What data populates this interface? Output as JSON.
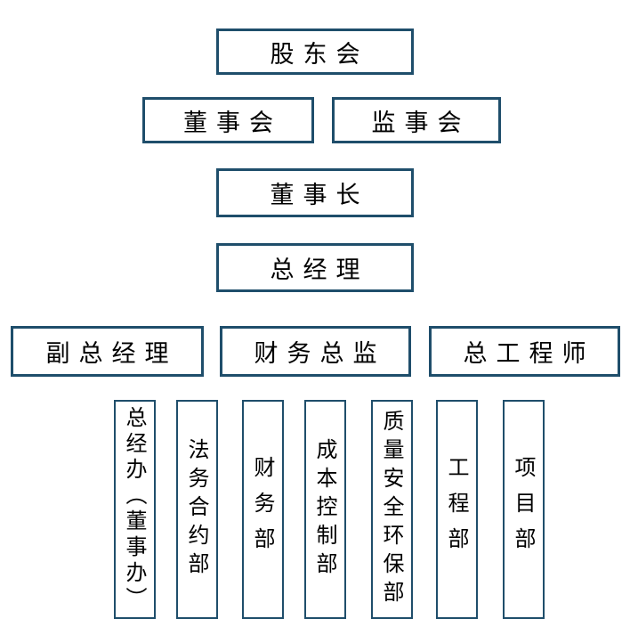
{
  "page": {
    "background": "#FFFFFF"
  },
  "org_chart": {
    "type": "org-chart",
    "style": {
      "border_color": "#1F4E6B",
      "text_color": "#000000",
      "box_fill": "#FFFFFF"
    },
    "levels": [
      {
        "level": 1,
        "nodes": [
          {
            "id": "shareholders-meeting",
            "label": "股东会"
          }
        ]
      },
      {
        "level": 2,
        "nodes": [
          {
            "id": "board-of-directors",
            "label": "董事会"
          },
          {
            "id": "supervisory-board",
            "label": "监事会"
          }
        ]
      },
      {
        "level": 3,
        "nodes": [
          {
            "id": "chairman",
            "label": "董事长"
          }
        ]
      },
      {
        "level": 4,
        "nodes": [
          {
            "id": "general-manager",
            "label": "总经理"
          }
        ]
      },
      {
        "level": 5,
        "nodes": [
          {
            "id": "deputy-general-manager",
            "label": "副总经理"
          },
          {
            "id": "finance-director",
            "label": "财务总监"
          },
          {
            "id": "chief-engineer",
            "label": "总工程师"
          }
        ]
      },
      {
        "level": 6,
        "orientation": "vertical-text",
        "nodes": [
          {
            "id": "gm-office",
            "label": "总经办（董事办）"
          },
          {
            "id": "legal-contract-dept",
            "label": "法务合约部"
          },
          {
            "id": "finance-dept",
            "label": "财务部"
          },
          {
            "id": "cost-control-dept",
            "label": "成本控制部"
          },
          {
            "id": "quality-safety-env-dept",
            "label": "质量安全环保部"
          },
          {
            "id": "engineering-dept",
            "label": "工程部"
          },
          {
            "id": "project-dept",
            "label": "项目部"
          }
        ]
      }
    ]
  }
}
